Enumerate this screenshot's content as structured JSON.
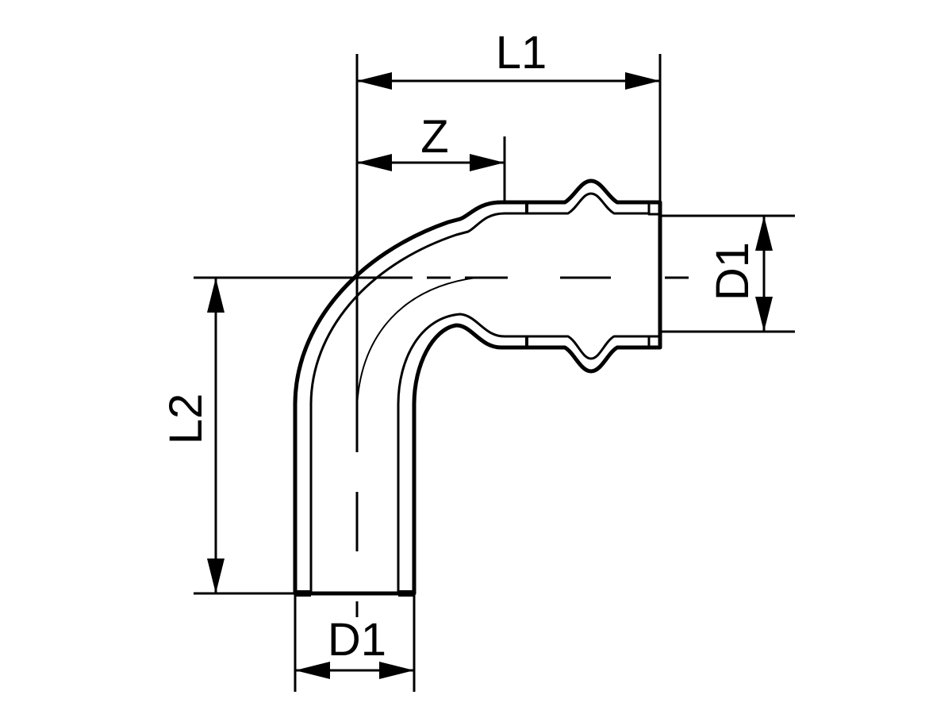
{
  "labels": {
    "l1": "L1",
    "z": "Z",
    "l2": "L2",
    "d1_right": "D1",
    "d1_bottom": "D1"
  },
  "colors": {
    "line": "#000000",
    "background": "#ffffff"
  }
}
